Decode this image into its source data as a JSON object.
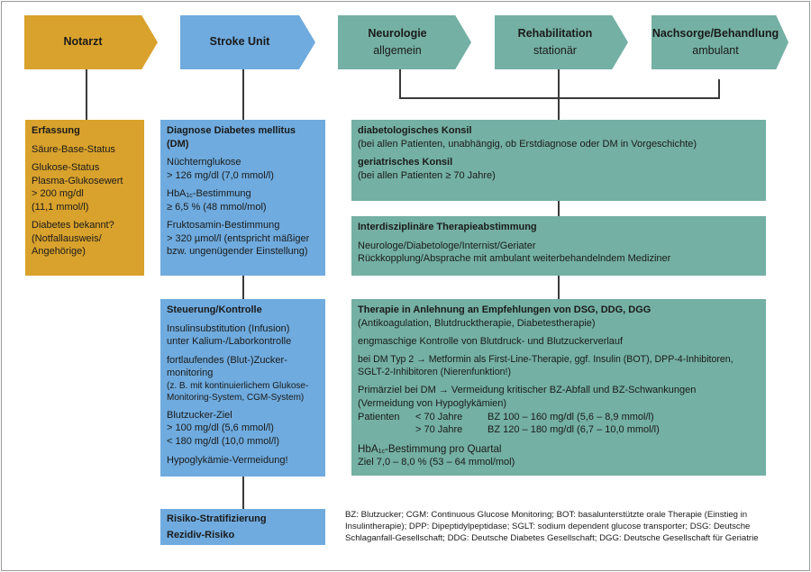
{
  "colors": {
    "notarzt": "#d9a22c",
    "stroke_unit": "#6fabde",
    "post_acute": "#74b0a4",
    "connector": "#3a3a3a"
  },
  "header": {
    "notarzt": "Notarzt",
    "stroke_unit": "Stroke Unit",
    "neurologie": {
      "title": "Neurologie",
      "sub": "allgemein"
    },
    "rehabilitation": {
      "title": "Rehabilitation",
      "sub": "stationär"
    },
    "nachsorge": {
      "title": "Nachsorge/Behandlung",
      "sub": "ambulant"
    }
  },
  "notarzt_box": {
    "title": "Erfassung",
    "line1": "Säure-Base-Status",
    "line2": "Glukose-Status",
    "line3": "Plasma-Glukosewert",
    "line4": "> 200 mg/dl",
    "line5": "(11,1 mmol/l)",
    "line6": "Diabetes bekannt?",
    "line7": "(Notfallausweis/",
    "line8": "Angehörige)"
  },
  "diagnose_box": {
    "title": "Diagnose Diabetes mellitus (DM)",
    "g1_head": "Nüchternglukose",
    "g1_val": "> 126 mg/dl (7,0 mmol/l)",
    "g2_head_a": "HbA",
    "g2_sub": "1c",
    "g2_head_b": "-Bestimmung",
    "g2_val": "≥ 6,5 % (48 mmol/mol)",
    "g3_head": "Fruktosamin-Bestimmung",
    "g3_val1": "> 320 µmol/l (entspricht mäßiger",
    "g3_val2": "bzw. ungenügender Einstellung)"
  },
  "steuerung_box": {
    "title": "Steuerung/Kontrolle",
    "a1": "Insulinsubstitution (Infusion)",
    "a2": "unter Kalium-/Laborkontrolle",
    "b1": "fortlaufendes (Blut-)Zucker-",
    "b2": "monitoring",
    "b3": "(z. B. mit kontinuierlichem Glukose-",
    "b4": "Monitoring-System, CGM-System)",
    "c1": "Blutzucker-Ziel",
    "c2": "> 100 mg/dl (5,6 mmol/l)",
    "c3": "< 180 mg/dl (10,0 mmol/l)",
    "d1": "Hypoglykämie-Vermeidung!"
  },
  "risiko_box": {
    "line1": "Risiko-Stratifizierung",
    "line2": "Rezidiv-Risiko"
  },
  "konsil_box": {
    "t1": "diabetologisches Konsil",
    "d1": "(bei allen Patienten, unabhängig, ob Erstdiagnose oder DM in Vorgeschichte)",
    "t2": "geriatrisches Konsil",
    "d2": "(bei allen Patienten ≥ 70 Jahre)"
  },
  "interdisz_box": {
    "title": "Interdisziplinäre Therapieabstimmung",
    "l1": "Neurologe/Diabetologe/Internist/Geriater",
    "l2": "Rückkopplung/Absprache mit ambulant weiterbehandelndem Mediziner"
  },
  "therapie_box": {
    "title": "Therapie in Anlehnung an Empfehlungen von DSG, DDG, DGG",
    "t_sub": "(Antikoagulation, Blutdrucktherapie, Diabetestherapie)",
    "kontrolle": "engmaschige Kontrolle von Blutdruck- und Blutzuckerverlauf",
    "dm2_a": "bei DM Typ 2 → Metformin als First-Line-Therapie, ggf. Insulin (BOT), DPP-4-Inhibitoren,",
    "dm2_b": "SGLT-2-Inhibitoren (Nierenfunktion!)",
    "ziel_a": "Primärziel bei DM → Vermeidung kritischer BZ-Abfall und BZ-Schwankungen",
    "ziel_b": "(Vermeidung von Hypoglykämien)",
    "pat_label": "Patienten",
    "age1": "< 70 Jahre",
    "bz1": "BZ 100 – 160 mg/dl (5,6 – 8,9 mmol/l)",
    "age2": "> 70 Jahre",
    "bz2": "BZ 120 – 180 mg/dl (6,7 – 10,0 mmol/l)",
    "hba_a": "HbA",
    "hba_sub": "1c",
    "hba_b": "-Bestimmung pro Quartal",
    "hba_ziel": "Ziel 7,0 – 8,0 % (53 – 64 mmol/mol)"
  },
  "legend": "BZ: Blutzucker; CGM: Continuous Glucose Monitoring; BOT: basalunterstützte orale Therapie (Einstieg in Insulintherapie); DPP: Dipeptidylpeptidase; SGLT: sodium dependent glucose transporter; DSG: Deutsche Schlaganfall-Gesellschaft; DDG: Deutsche Diabetes Gesellschaft; DGG: Deutsche Gesellschaft für Geriatrie"
}
